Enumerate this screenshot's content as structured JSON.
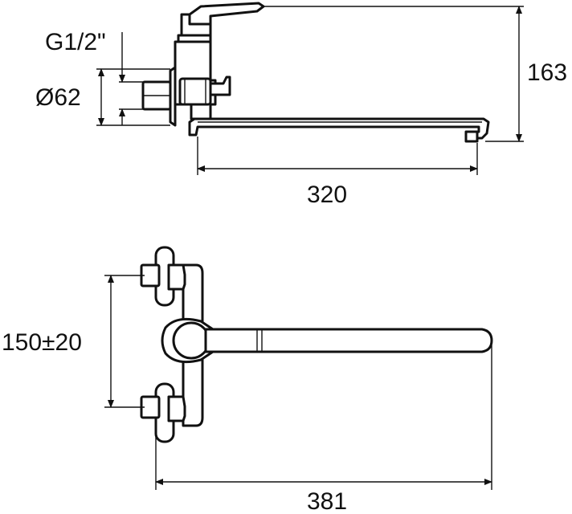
{
  "diagram": {
    "top_view": {
      "thread_label": "G1/2\"",
      "diameter_label": "Ø62",
      "height_label": "163",
      "spout_length_label": "320"
    },
    "front_view": {
      "center_distance_label": "150±20",
      "overall_width_label": "381"
    }
  }
}
